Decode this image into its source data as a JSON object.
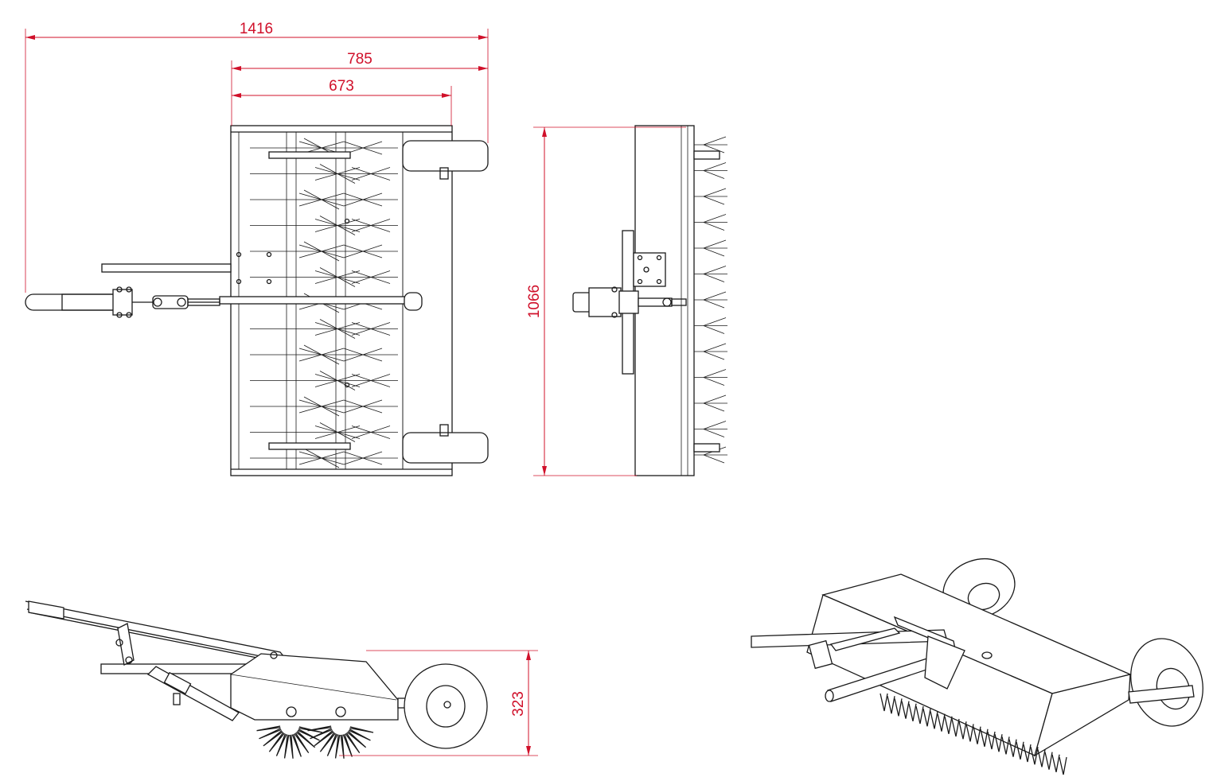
{
  "dimensions": {
    "overall_length": "1416",
    "frame_width_outer": "785",
    "frame_width_inner": "673",
    "overall_width": "1066",
    "height": "323"
  },
  "colors": {
    "line": "#1a1a1a",
    "dimension": "#d0102a",
    "background": "#ffffff"
  }
}
